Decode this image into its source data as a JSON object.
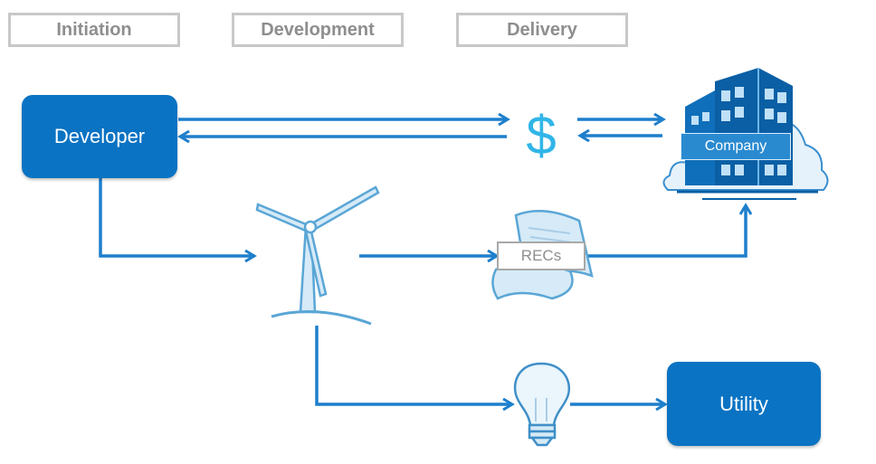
{
  "stages": [
    "Initiation",
    "Development",
    "Delivery"
  ],
  "nodes": {
    "developer": "Developer",
    "utility": "Utility",
    "company": "Company",
    "recs": "RECs",
    "payment": "$"
  },
  "colors": {
    "primary": "#0a73c3",
    "arrow": "#1e7fcc",
    "stage_border": "#c8c8c8",
    "stage_text": "#8e8e8e",
    "icon_light": "#5aa6d6",
    "dollar": "#31b5e8"
  },
  "icons": [
    "wind-turbine-icon",
    "scroll-icon",
    "building-icon",
    "light-bulb-icon"
  ]
}
